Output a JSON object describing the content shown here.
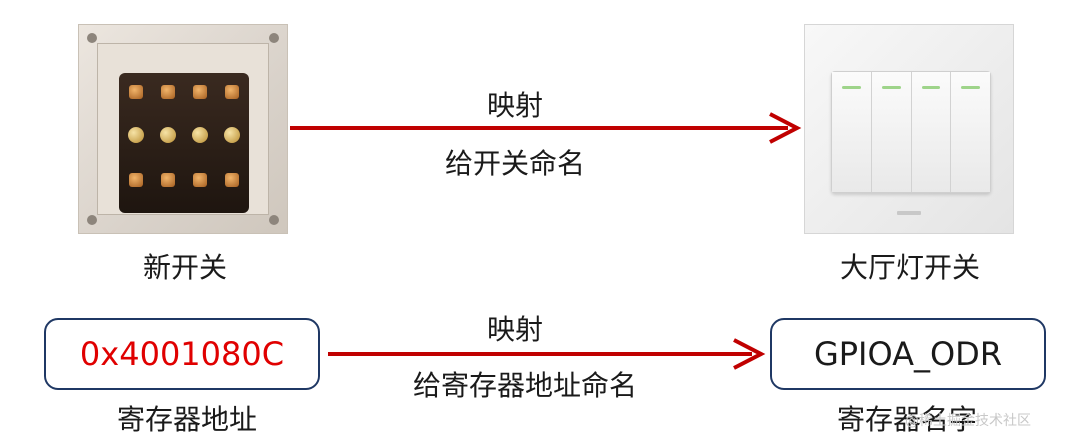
{
  "top_row": {
    "left_caption": "新开关",
    "right_caption": "大厅灯开关",
    "arrow_top_text": "映射",
    "arrow_bottom_text": "给开关命名"
  },
  "bottom_row": {
    "left_box_text": "0x4001080C",
    "right_box_text": "GPIOA_ODR",
    "left_caption": "寄存器地址",
    "right_caption": "寄存器名字",
    "arrow_top_text": "映射",
    "arrow_bottom_text": "给寄存器地址命名"
  },
  "watermark": "@稀土掘金技术社区",
  "colors": {
    "arrow": "#c00000",
    "address_text": "#e00000",
    "box_border": "#1f3864"
  }
}
